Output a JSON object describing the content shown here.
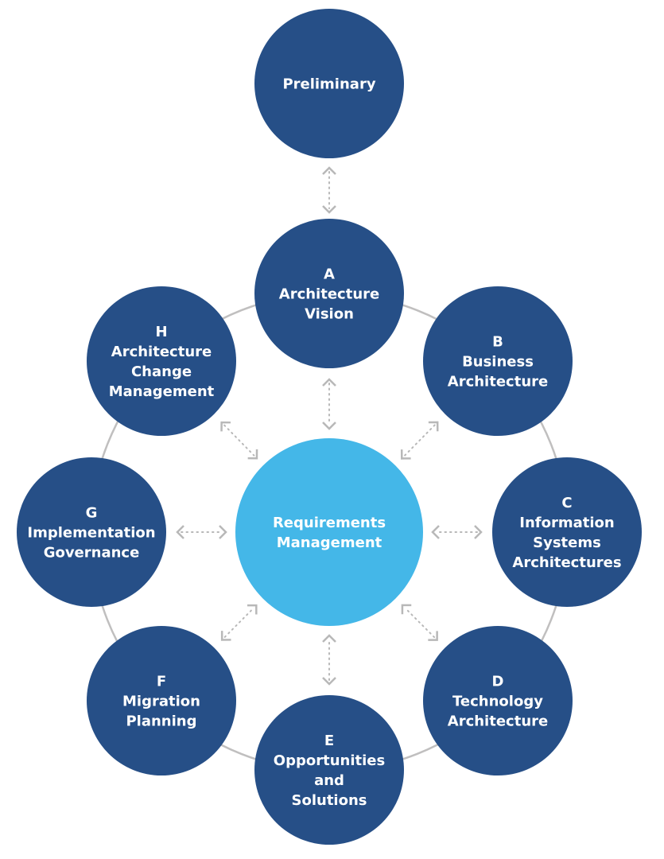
{
  "title": "TOGAF Architecture Development Method (ADM) cycle",
  "colors": {
    "phase_fill": "#264f87",
    "center_fill": "#44b7e8",
    "ring_stroke": "#c0bfbf",
    "arrow_stroke": "#b8b8b8",
    "text": "#ffffff"
  },
  "preliminary": {
    "id": "preliminary",
    "lines": [
      "Preliminary"
    ]
  },
  "center": {
    "id": "requirements-management",
    "lines": [
      "Requirements",
      "Management"
    ]
  },
  "phases": [
    {
      "id": "phase-a",
      "letter": "A",
      "lines": [
        "A",
        "Architecture",
        "Vision"
      ]
    },
    {
      "id": "phase-b",
      "letter": "B",
      "lines": [
        "B",
        "Business",
        "Architecture"
      ]
    },
    {
      "id": "phase-c",
      "letter": "C",
      "lines": [
        "C",
        "Information",
        "Systems",
        "Architectures"
      ]
    },
    {
      "id": "phase-d",
      "letter": "D",
      "lines": [
        "D",
        "Technology",
        "Architecture"
      ]
    },
    {
      "id": "phase-e",
      "letter": "E",
      "lines": [
        "E",
        "Opportunities",
        "and",
        "Solutions"
      ]
    },
    {
      "id": "phase-f",
      "letter": "F",
      "lines": [
        "F",
        "Migration",
        "Planning"
      ]
    },
    {
      "id": "phase-g",
      "letter": "G",
      "lines": [
        "G",
        "Implementation",
        "Governance"
      ]
    },
    {
      "id": "phase-h",
      "letter": "H",
      "lines": [
        "H",
        "Architecture",
        "Change",
        "Management"
      ]
    }
  ],
  "connections": [
    {
      "from": "preliminary",
      "to": "phase-a",
      "style": "dotted-bidirectional"
    },
    {
      "from": "requirements-management",
      "to": "phase-a",
      "style": "dotted-bidirectional"
    },
    {
      "from": "requirements-management",
      "to": "phase-b",
      "style": "dotted-bidirectional"
    },
    {
      "from": "requirements-management",
      "to": "phase-c",
      "style": "dotted-bidirectional"
    },
    {
      "from": "requirements-management",
      "to": "phase-d",
      "style": "dotted-bidirectional"
    },
    {
      "from": "requirements-management",
      "to": "phase-e",
      "style": "dotted-bidirectional"
    },
    {
      "from": "requirements-management",
      "to": "phase-f",
      "style": "dotted-bidirectional"
    },
    {
      "from": "requirements-management",
      "to": "phase-g",
      "style": "dotted-bidirectional"
    },
    {
      "from": "requirements-management",
      "to": "phase-h",
      "style": "dotted-bidirectional"
    }
  ]
}
